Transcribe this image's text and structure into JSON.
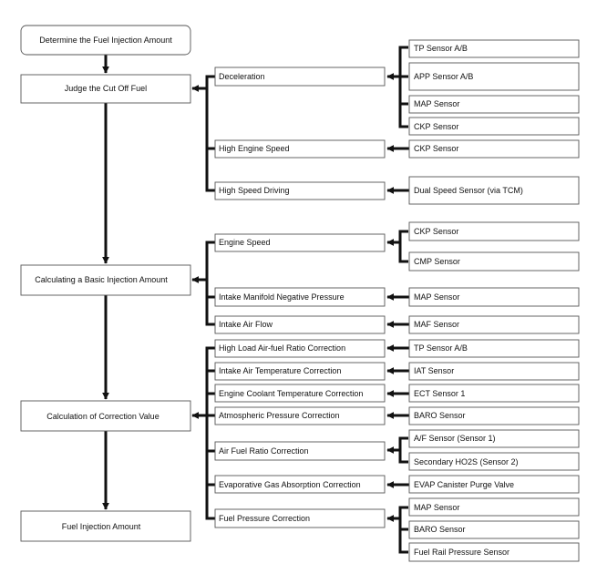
{
  "colors": {
    "line": "#111111",
    "box_border": "#555555",
    "background": "#ffffff",
    "text": "#111111"
  },
  "left_steps": {
    "determine": "Determine the Fuel Injection Amount",
    "cut_off": "Judge the Cut Off Fuel",
    "basic": "Calculating a Basic Injection Amount",
    "correction": "Calculation of Correction Value",
    "result": "Fuel Injection Amount"
  },
  "cut_off": {
    "deceleration": {
      "label": "Deceleration",
      "sensors": [
        "TP Sensor A/B",
        "APP Sensor A/B",
        "MAP Sensor",
        "CKP Sensor"
      ]
    },
    "high_engine_speed": {
      "label": "High Engine Speed",
      "sensors": [
        "CKP Sensor"
      ]
    },
    "high_speed_driving": {
      "label": "High Speed Driving",
      "sensors": [
        "Dual Speed Sensor (via TCM)"
      ]
    }
  },
  "basic": {
    "engine_speed": {
      "label": "Engine Speed",
      "sensors": [
        "CKP Sensor",
        "CMP Sensor"
      ]
    },
    "intake_manifold": {
      "label": "Intake Manifold Negative Pressure",
      "sensors": [
        "MAP Sensor"
      ]
    },
    "intake_air_flow": {
      "label": "Intake Air Flow",
      "sensors": [
        "MAF Sensor"
      ]
    }
  },
  "correction": {
    "high_load": {
      "label": "High Load Air-fuel Ratio Correction",
      "sensors": [
        "TP Sensor A/B"
      ]
    },
    "intake_air_temp": {
      "label": "Intake Air Temperature Correction",
      "sensors": [
        "IAT Sensor"
      ]
    },
    "coolant_temp": {
      "label": "Engine Coolant Temperature Correction",
      "sensors": [
        "ECT Sensor 1"
      ]
    },
    "atmospheric": {
      "label": "Atmospheric Pressure Correction",
      "sensors": [
        "BARO Sensor"
      ]
    },
    "air_fuel_ratio": {
      "label": "Air Fuel Ratio Correction",
      "sensors": [
        "A/F Sensor (Sensor 1)",
        "Secondary HO2S (Sensor 2)"
      ]
    },
    "evaporative": {
      "label": "Evaporative Gas Absorption Correction",
      "sensors": [
        "EVAP Canister Purge Valve"
      ]
    },
    "fuel_pressure": {
      "label": "Fuel Pressure Correction",
      "sensors": [
        "MAP Sensor",
        "BARO Sensor",
        "Fuel Rail Pressure Sensor"
      ]
    }
  }
}
